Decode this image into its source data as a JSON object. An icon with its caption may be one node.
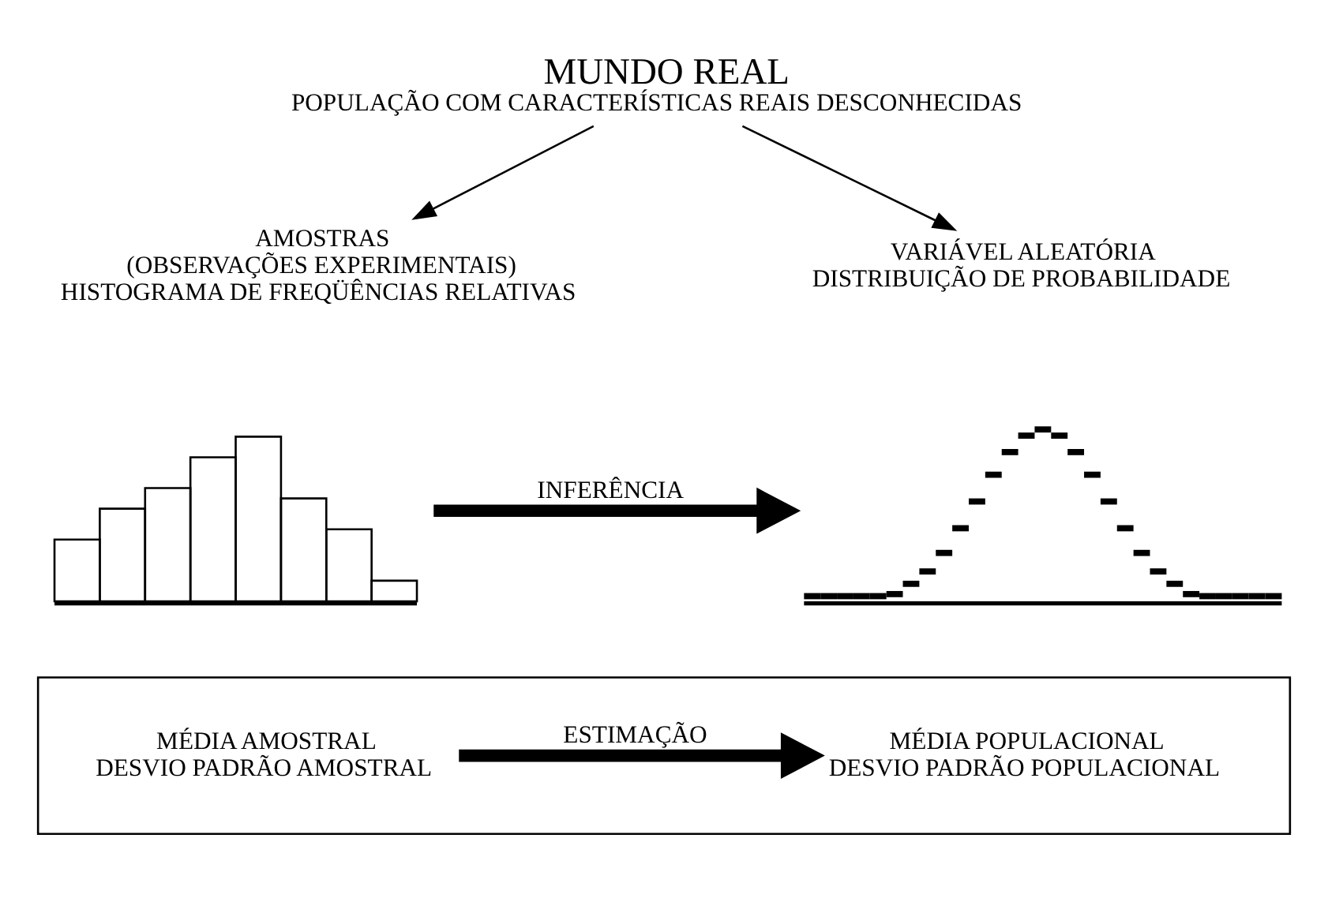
{
  "diagram": {
    "nodes": [
      {
        "text": [
          "MUNDO REAL",
          "POPULAÇÃO COM CARACTERÍSTICAS REAIS DESCONHECIDAS"
        ]
      },
      {
        "text": [
          "AMOSTRAS",
          "(OBSERVAÇÕES EXPERIMENTAIS)",
          "HISTOGRAMA DE FREQÜÊNCIAS RELATIVAS"
        ]
      },
      {
        "text": [
          "VARIÁVEL ALEATÓRIA",
          "DISTRIBUIÇÃO DE PROBABILIDADE"
        ]
      },
      {
        "text": [],
        "shape": "picture"
      },
      {
        "text": [],
        "shape": "picture"
      },
      {
        "text": [],
        "shape": "box"
      },
      {
        "text": [
          "MÉDIA AMOSTRAL",
          "DESVIO PADRÃO AMOSTRAL"
        ],
        "in": 5
      },
      {
        "text": [
          "MÉDIA POPULACIONAL",
          "DESVIO PADRÃO POPULACIONAL"
        ],
        "in": 5
      }
    ],
    "edges": [
      {
        "from": 0,
        "to": 1,
        "arrow": "to"
      },
      {
        "from": 0,
        "to": 2,
        "arrow": "to"
      },
      {
        "from": 3,
        "to": 4,
        "arrow": "to",
        "label": "INFERÊNCIA",
        "style": "thick"
      },
      {
        "from": 6,
        "to": 7,
        "arrow": "to",
        "label": "ESTIMAÇÃO",
        "style": "thick"
      }
    ]
  }
}
